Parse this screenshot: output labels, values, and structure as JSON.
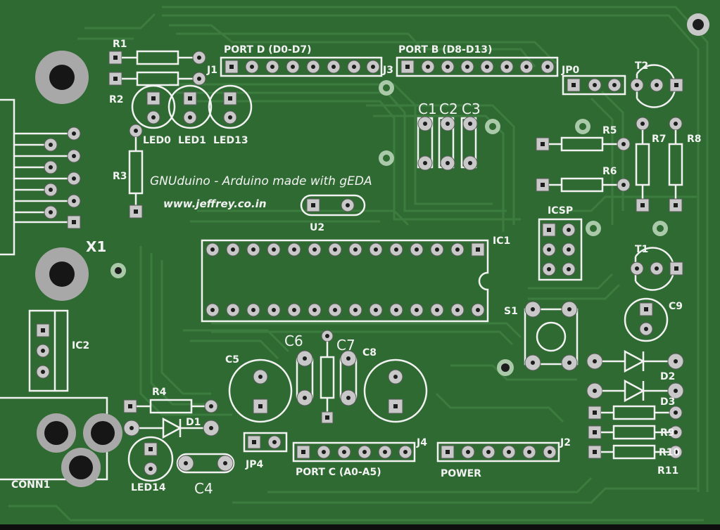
{
  "labels": {
    "r1": "R1",
    "r2": "R2",
    "r3": "R3",
    "r4": "R4",
    "r5": "R5",
    "r6": "R6",
    "r7": "R7",
    "r8": "R8",
    "r9": "R9",
    "r10": "R10",
    "r11": "R11",
    "j1": "J1",
    "j2": "J2",
    "j3": "J3",
    "j4": "J4",
    "jp0": "JP0",
    "jp4": "JP4",
    "t1": "T1",
    "t2": "T2",
    "led0": "LED0",
    "led1": "LED1",
    "led13": "LED13",
    "led14": "LED14",
    "c1": "C1",
    "c2": "C2",
    "c3": "C3",
    "c4": "C4",
    "c5": "C5",
    "c6": "C6",
    "c7": "C7",
    "c8": "C8",
    "c9": "C9",
    "d1": "D1",
    "d2": "D2",
    "d3": "D3",
    "ic1": "IC1",
    "ic2": "IC2",
    "u2": "U2",
    "x1": "X1",
    "s1": "S1",
    "icsp": "ICSP",
    "conn1": "CONN1",
    "port_d": "PORT D (D0-D7)",
    "port_b": "PORT B (D8-D13)",
    "port_c": "PORT C (A0-A5)",
    "power": "POWER",
    "title": "GNUduino - Arduino made with gEDA",
    "url": "www.jeffrey.co.in"
  }
}
